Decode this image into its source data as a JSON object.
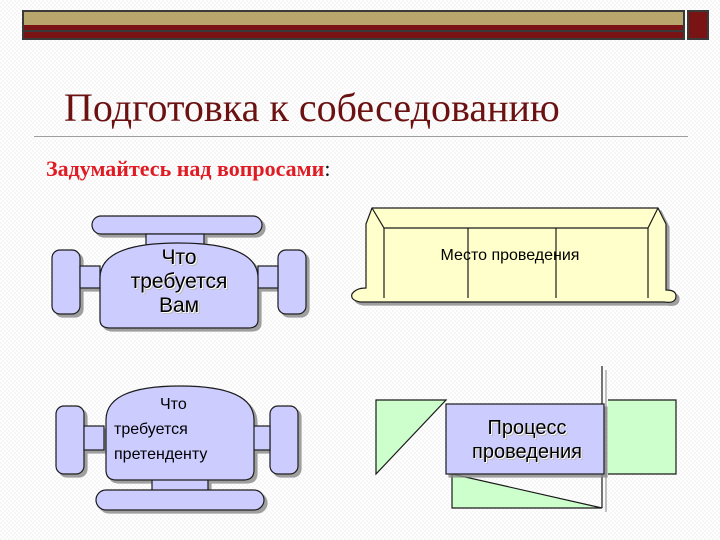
{
  "slide": {
    "title": "Подготовка к собеседованию",
    "subtitle": "Задумайтесь над вопросами",
    "subtitle_colon": ":"
  },
  "shapes": [
    {
      "label": "Что требуется Вам",
      "lines": [
        "Что",
        "требуется",
        "Вам"
      ],
      "fill": "#ccccff"
    },
    {
      "label": "Место проведения",
      "fill": "#ffffcc"
    },
    {
      "label": "Что требуется претенденту",
      "lines": [
        "Что",
        "требуется",
        "претенденту"
      ],
      "fill": "#ccccff"
    },
    {
      "label": "Процесс проведения",
      "lines": [
        "Процесс",
        "проведения"
      ],
      "fill": "#ccccff"
    }
  ],
  "colors": {
    "title": "#6b1111",
    "subtitle": "#e01b24",
    "accent_bar": "#7a1414",
    "gold_bar": "#b9a66c",
    "shape_lilac": "#ccccff",
    "shape_yellow": "#ffffcc",
    "shape_green": "#ccffcc"
  }
}
